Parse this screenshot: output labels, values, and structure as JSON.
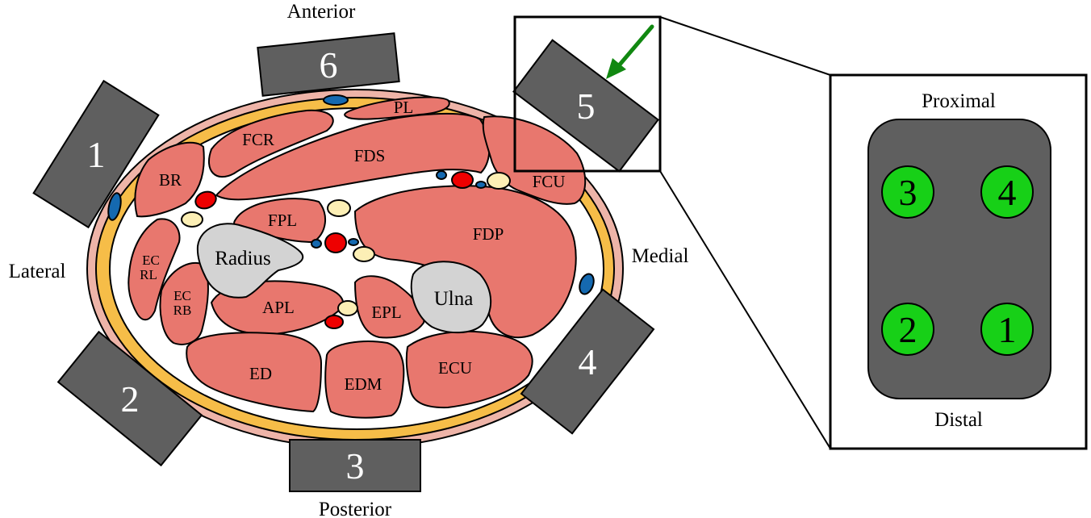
{
  "directions": {
    "anterior": "Anterior",
    "posterior": "Posterior",
    "lateral": "Lateral",
    "medial": "Medial"
  },
  "sensors": [
    "1",
    "2",
    "3",
    "4",
    "5",
    "6"
  ],
  "muscles": {
    "pl": "PL",
    "fcr": "FCR",
    "fds": "FDS",
    "fcu": "FCU",
    "br": "BR",
    "fpl": "FPL",
    "fdp": "FDP",
    "ecrl_top": "EC",
    "ecrl_bottom": "RL",
    "ecrb_top": "EC",
    "ecrb_bottom": "RB",
    "apl": "APL",
    "epl": "EPL",
    "ed": "ED",
    "edm": "EDM",
    "ecu": "ECU"
  },
  "bones": {
    "radius": "Radius",
    "ulna": "Ulna"
  },
  "inset": {
    "proximal": "Proximal",
    "distal": "Distal",
    "electrodes": [
      "3",
      "4",
      "2",
      "1"
    ]
  },
  "colors": {
    "muscle": "#e8776e",
    "fat": "#f6bd48",
    "skin": "#eeb4a8",
    "bone": "#d3d3d3",
    "sensor": "#5f5f5f",
    "electrode": "#17d017",
    "arrow": "#118811",
    "artery": "#ee0000",
    "vein": "#1569b0",
    "nerve": "#fcefb5"
  }
}
